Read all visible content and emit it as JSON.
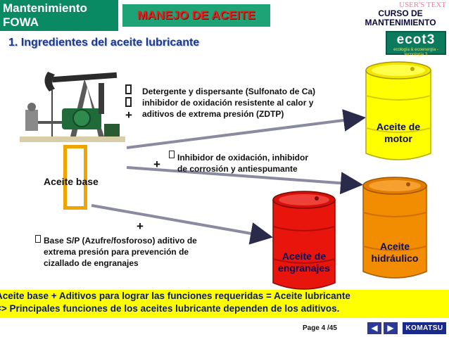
{
  "header": {
    "brand_line1": "Mantenimiento",
    "brand_line2": "FOWA",
    "title": "MANEJO DE ACEITE",
    "users_text": "USER'S TEXT",
    "course_line1": "CURSO DE",
    "course_line2": "MANTENIMIENTO"
  },
  "section_title": "1. Ingredientes del aceite lubricante",
  "logo": {
    "main": "ecot3",
    "sub": "ecología & ecoenergía - tecnología 3"
  },
  "additives_engine": [
    "Detergente y dispersante (Sulfonato de Ca)",
    "inhibidor de oxidación resistente al calor y",
    "aditivos de extrema presión (ZDTP)"
  ],
  "additives_hydraulic": [
    "Inhibidor de oxidación, inhibidor",
    "de corrosión y antiespumante"
  ],
  "additives_gear": [
    "Base S/P (Azufre/fosforoso) aditivo de",
    "extrema presión para prevención de",
    "cizallado de engranajes"
  ],
  "plus_sign": "+",
  "base_oil_label": "Aceite base",
  "barrels": {
    "motor": {
      "line1": "Aceite de",
      "line2": "motor",
      "color": "#ffff00"
    },
    "hydraulic": {
      "line1": "Aceite",
      "line2": "hidráulico",
      "color": "#f28c00"
    },
    "gear": {
      "line1": "Aceite de",
      "line2": "engranajes",
      "color": "#e8150c"
    }
  },
  "summary": {
    "line1": "Aceite base + Aditivos para lograr las funciones requeridas = Aceite lubricante",
    "line2": "=> Principales funciones de los aceites lubricante dependen de los aditivos."
  },
  "footer": {
    "page": "Page 4 /45",
    "prev": "◀",
    "next": "▶",
    "brand": "KOMATSU"
  },
  "colors": {
    "brand_green": "#0a8a63",
    "title_green": "#1ea377",
    "title_red": "#e8211d",
    "band_yellow": "#ffff00",
    "bracket_orange": "#f0a400"
  }
}
